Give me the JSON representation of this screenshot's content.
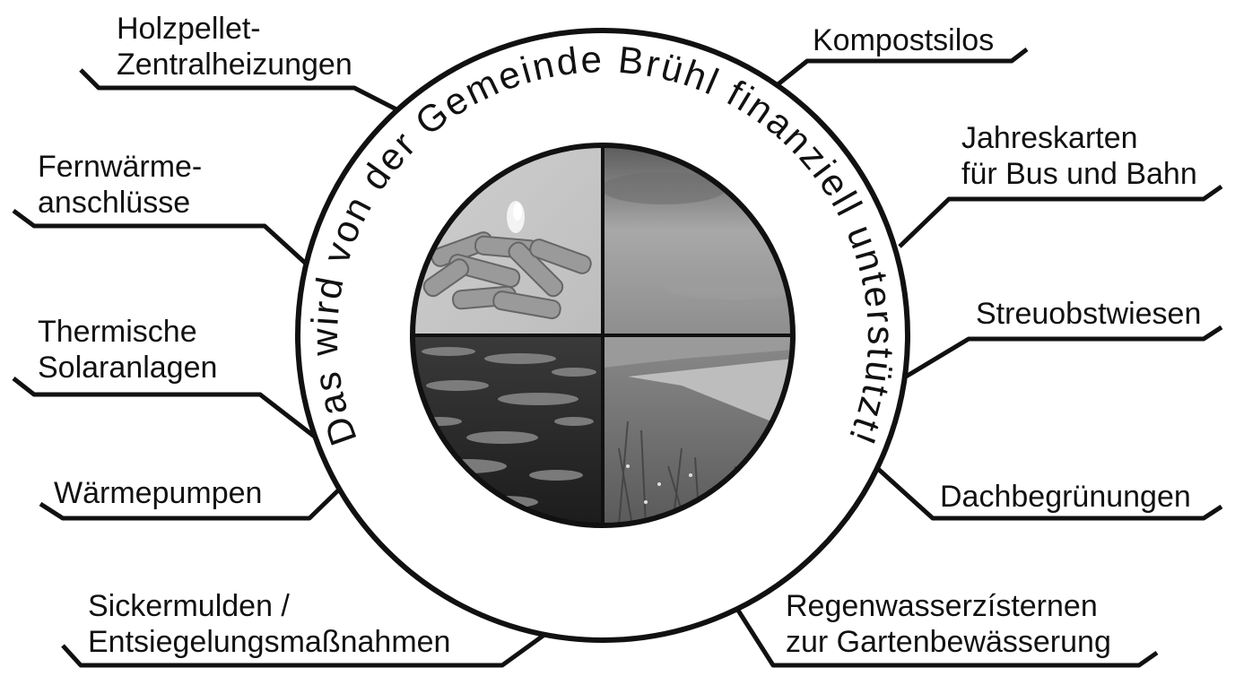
{
  "center_title": "Das wird von der Gemeinde Brühl finanziell unterstützt!",
  "photos": [
    {
      "name": "wood-pellets-photo",
      "description_icon": "pellets-icon"
    },
    {
      "name": "sky-photo",
      "description_icon": "sky-icon"
    },
    {
      "name": "water-photo",
      "description_icon": "water-icon"
    },
    {
      "name": "green-roof-photo",
      "description_icon": "meadow-icon"
    }
  ],
  "items_left": [
    {
      "lines": [
        "Holzpellet-",
        "Zentralheizungen"
      ]
    },
    {
      "lines": [
        "Fernwärme-",
        "anschlüsse"
      ]
    },
    {
      "lines": [
        "Thermische",
        "Solaranlagen"
      ]
    },
    {
      "lines": [
        "Wärmepumpen"
      ]
    },
    {
      "lines": [
        "Sickermulden /",
        "Entsiegelungsmaßnahmen"
      ]
    }
  ],
  "items_right": [
    {
      "lines": [
        "Kompostsilos"
      ]
    },
    {
      "lines": [
        "Jahreskarten",
        "für Bus und Bahn"
      ]
    },
    {
      "lines": [
        "Streuobstwiesen"
      ]
    },
    {
      "lines": [
        "Dachbegrünungen"
      ]
    },
    {
      "lines": [
        "Regenwasserzísternen",
        "zur Gartenbewässerung"
      ]
    }
  ],
  "colors": {
    "ink": "#111111",
    "background": "#ffffff"
  }
}
